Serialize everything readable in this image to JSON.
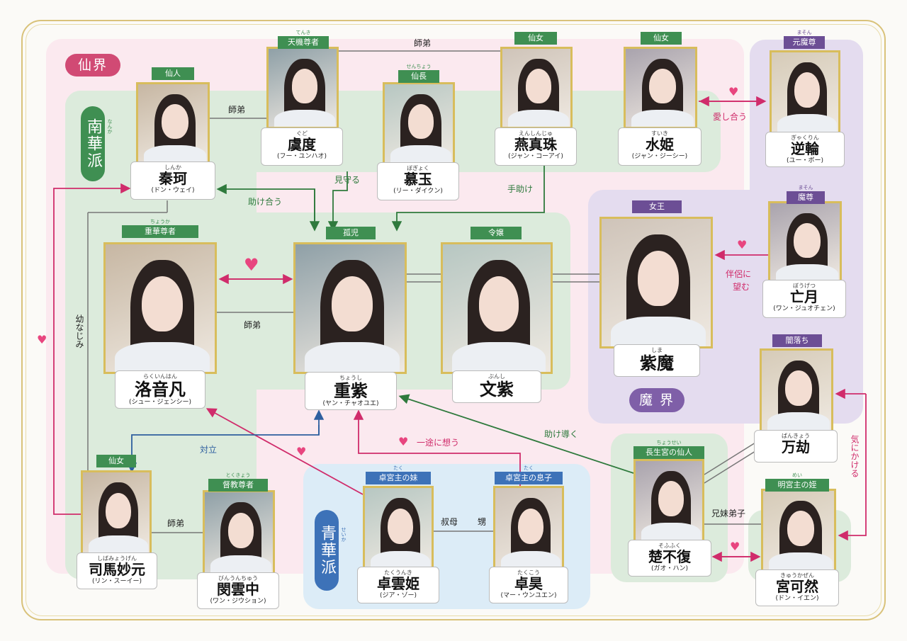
{
  "regions": {
    "senkai": "仙界",
    "makai_chars": [
      "魔",
      "界"
    ],
    "nanka_chars": [
      "南",
      "華",
      "派"
    ],
    "nanka_furi": "なんか",
    "seika_chars": [
      "青",
      "華",
      "派"
    ],
    "seika_furi": "せいか"
  },
  "characters": {
    "shinka": {
      "role": "仙人",
      "furi": "しんか",
      "name": "秦珂",
      "actor": "(ドン・ウェイ)"
    },
    "gudo": {
      "role_furi": "てんき",
      "role": "天機尊者",
      "furi": "ぐど",
      "name": "虞度",
      "actor": "(フー・ユンハオ)"
    },
    "bogyoku": {
      "role_furi": "せんちょう",
      "role": "仙長",
      "furi": "ぼぎょく",
      "name": "慕玉",
      "actor": "(リー・ダイクン)"
    },
    "enshinju": {
      "role": "仙女",
      "furi": "えんしんじゅ",
      "name": "燕真珠",
      "actor": "(ジャン・コーアイ)"
    },
    "suiki": {
      "role": "仙女",
      "furi": "すいき",
      "name": "水姫",
      "actor": "(ジャン・ジーシー)"
    },
    "gyakurin": {
      "role_furi": "まそん",
      "role": "元魔尊",
      "furi": "ぎゃくりん",
      "name": "逆輪",
      "actor": "(ユー・ボー)"
    },
    "rakuinhan": {
      "role_furi": "ちょうか",
      "role": "重華尊者",
      "furi": "らくいんはん",
      "name": "洛音凡",
      "actor": "(シュー・ジェンシー)"
    },
    "choshi": {
      "role": "孤児",
      "furi": "ちょうし",
      "name": "重紫",
      "actor": "(ヤン・チャオユエ)"
    },
    "bunshi": {
      "role": "令嬢",
      "furi": "ぶんし",
      "name": "文紫",
      "actor": ""
    },
    "shima": {
      "role": "女王",
      "furi": "しま",
      "name": "紫魔",
      "actor": ""
    },
    "bogetsu": {
      "role_furi": "まそん",
      "role": "魔尊",
      "furi": "ぼうげつ",
      "name": "亡月",
      "actor": "(ワン・ジュオチェン)"
    },
    "bankyo": {
      "role": "闇落ち",
      "furi": "ばんきょう",
      "name": "万劫",
      "actor": ""
    },
    "shibamyogen": {
      "role": "仙女",
      "furi": "しばみょうげん",
      "name": "司馬妙元",
      "actor": "(リン・スーイー)"
    },
    "binunchu": {
      "role_furi": "とくきょう",
      "role": "督教尊者",
      "furi": "びんうんちゅう",
      "name": "閔雲中",
      "actor": "(ワン・ジウション)"
    },
    "takuunki": {
      "role_furi": "たく",
      "role": "卓宮主の妹",
      "furi": "たくうんき",
      "name": "卓雲姫",
      "actor": "(ジア・ゾー)"
    },
    "takko": {
      "role_furi": "たく",
      "role": "卓宮主の息子",
      "furi": "たくこう",
      "name": "卓昊",
      "actor": "(マー・ウンユエン)"
    },
    "sofuku": {
      "role_furi": "ちょうせい",
      "role": "長生宮の仙人",
      "furi": "そふふく",
      "name": "楚不復",
      "actor": "(ガオ・ハン)"
    },
    "kyukazen": {
      "role_furi": "めい",
      "role": "明宮主の姪",
      "furi": "きゅうかぜん",
      "name": "宮可然",
      "actor": "(ドン・イエン)"
    }
  },
  "relations": {
    "teitei_top": "師弟",
    "teitei_shinka": "師弟",
    "ai_shiau": "愛し合う",
    "mimamoru": "見守る",
    "tasukeau": "助け合う",
    "tedasuke": "手助け",
    "teitei_mid": "師弟",
    "hanryo": "伴侶に",
    "nozomu": "望む",
    "osananajimi": "幼なじみ",
    "taiaritsu": "対立",
    "itozu": "一途に想う",
    "tasukemichibiku": "助け導く",
    "kinikakeru": "気にかける",
    "teitei_bottom": "師弟",
    "shukubo": "叔母",
    "oi": "甥",
    "kyodai": "兄妹弟子"
  },
  "colors": {
    "pink": "#d02c6b",
    "green": "#2f7a3d",
    "blue": "#2e5f9f",
    "gold": "#d8bd5c",
    "heart": "#e8457f"
  }
}
